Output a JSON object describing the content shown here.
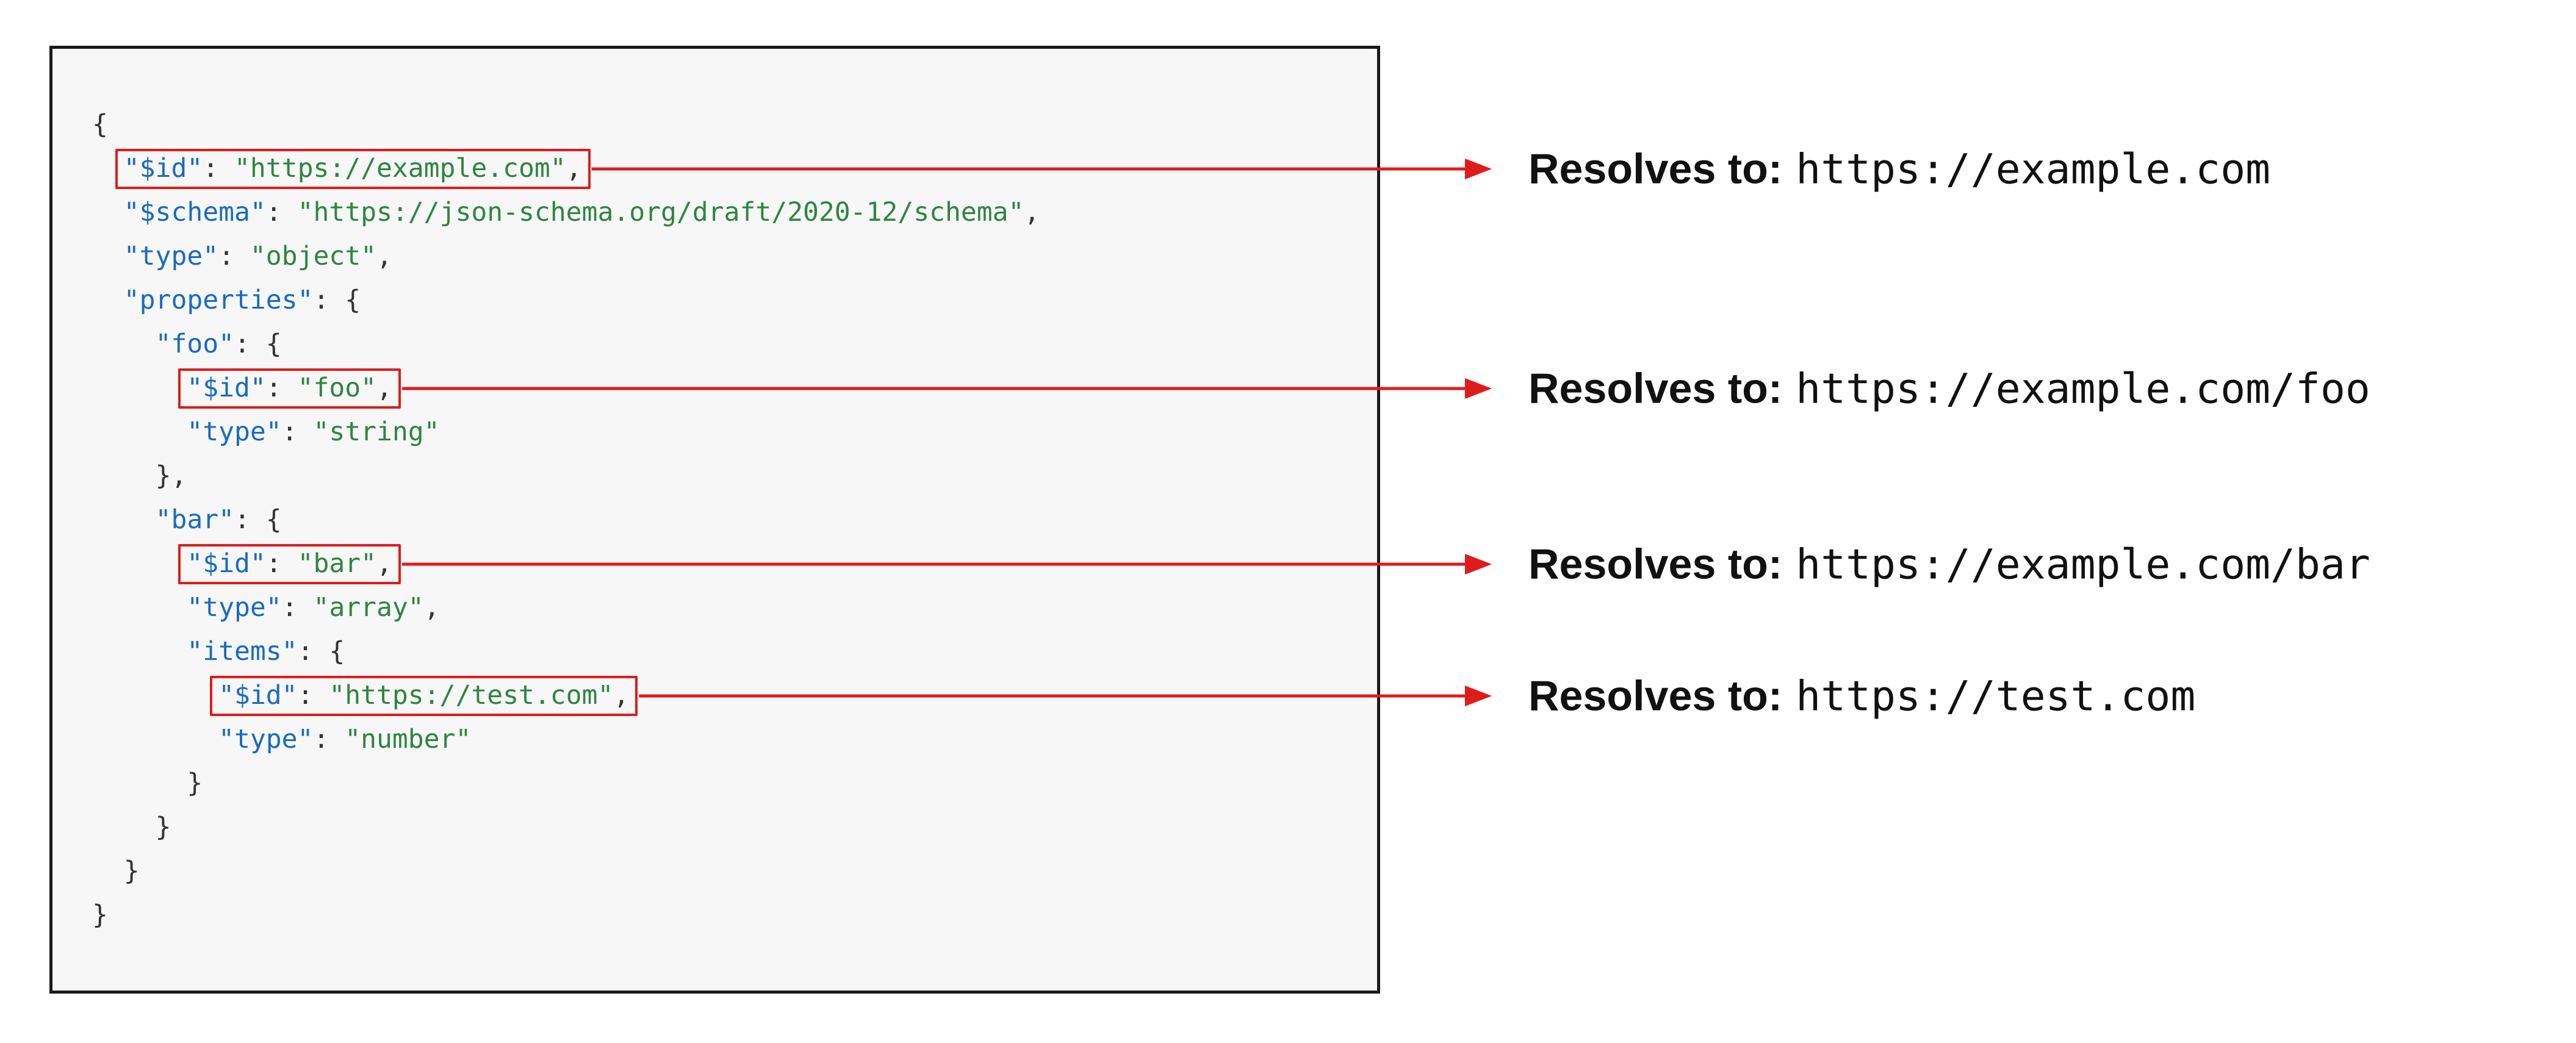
{
  "colors": {
    "panel_bg": "#f7f7f7",
    "panel_border": "#1a1a1a",
    "key": "#1a6bbf",
    "string": "#2e8540",
    "punct": "#333333",
    "accent_red": "#e01b1b"
  },
  "code": {
    "language": "json",
    "lines": [
      {
        "indent": 0,
        "tokens": [
          {
            "t": "{",
            "c": "p"
          }
        ]
      },
      {
        "indent": 1,
        "boxed": true,
        "tokens": [
          {
            "t": "\"$id\"",
            "c": "k"
          },
          {
            "t": ": ",
            "c": "p"
          },
          {
            "t": "\"https://example.com\"",
            "c": "s"
          },
          {
            "t": ",",
            "c": "p"
          }
        ]
      },
      {
        "indent": 1,
        "tokens": [
          {
            "t": "\"$schema\"",
            "c": "k"
          },
          {
            "t": ": ",
            "c": "p"
          },
          {
            "t": "\"https://json-schema.org/draft/2020-12/schema\"",
            "c": "s"
          },
          {
            "t": ",",
            "c": "p"
          }
        ]
      },
      {
        "indent": 1,
        "tokens": [
          {
            "t": "\"type\"",
            "c": "k"
          },
          {
            "t": ": ",
            "c": "p"
          },
          {
            "t": "\"object\"",
            "c": "s"
          },
          {
            "t": ",",
            "c": "p"
          }
        ]
      },
      {
        "indent": 1,
        "tokens": [
          {
            "t": "\"properties\"",
            "c": "k"
          },
          {
            "t": ": {",
            "c": "p"
          }
        ]
      },
      {
        "indent": 2,
        "tokens": [
          {
            "t": "\"foo\"",
            "c": "k"
          },
          {
            "t": ": {",
            "c": "p"
          }
        ]
      },
      {
        "indent": 3,
        "boxed": true,
        "tokens": [
          {
            "t": "\"$id\"",
            "c": "k"
          },
          {
            "t": ": ",
            "c": "p"
          },
          {
            "t": "\"foo\"",
            "c": "s"
          },
          {
            "t": ",",
            "c": "p"
          }
        ]
      },
      {
        "indent": 3,
        "tokens": [
          {
            "t": "\"type\"",
            "c": "k"
          },
          {
            "t": ": ",
            "c": "p"
          },
          {
            "t": "\"string\"",
            "c": "s"
          }
        ]
      },
      {
        "indent": 2,
        "tokens": [
          {
            "t": "},",
            "c": "p"
          }
        ]
      },
      {
        "indent": 2,
        "tokens": [
          {
            "t": "\"bar\"",
            "c": "k"
          },
          {
            "t": ": {",
            "c": "p"
          }
        ]
      },
      {
        "indent": 3,
        "boxed": true,
        "tokens": [
          {
            "t": "\"$id\"",
            "c": "k"
          },
          {
            "t": ": ",
            "c": "p"
          },
          {
            "t": "\"bar\"",
            "c": "s"
          },
          {
            "t": ",",
            "c": "p"
          }
        ]
      },
      {
        "indent": 3,
        "tokens": [
          {
            "t": "\"type\"",
            "c": "k"
          },
          {
            "t": ": ",
            "c": "p"
          },
          {
            "t": "\"array\"",
            "c": "s"
          },
          {
            "t": ",",
            "c": "p"
          }
        ]
      },
      {
        "indent": 3,
        "tokens": [
          {
            "t": "\"items\"",
            "c": "k"
          },
          {
            "t": ": {",
            "c": "p"
          }
        ]
      },
      {
        "indent": 4,
        "boxed": true,
        "tokens": [
          {
            "t": "\"$id\"",
            "c": "k"
          },
          {
            "t": ": ",
            "c": "p"
          },
          {
            "t": "\"https://test.com\"",
            "c": "s"
          },
          {
            "t": ",",
            "c": "p"
          }
        ]
      },
      {
        "indent": 4,
        "tokens": [
          {
            "t": "\"type\"",
            "c": "k"
          },
          {
            "t": ": ",
            "c": "p"
          },
          {
            "t": "\"number\"",
            "c": "s"
          }
        ]
      },
      {
        "indent": 3,
        "tokens": [
          {
            "t": "}",
            "c": "p"
          }
        ]
      },
      {
        "indent": 2,
        "tokens": [
          {
            "t": "}",
            "c": "p"
          }
        ]
      },
      {
        "indent": 1,
        "tokens": [
          {
            "t": "}",
            "c": "p"
          }
        ]
      },
      {
        "indent": 0,
        "tokens": [
          {
            "t": "}",
            "c": "p"
          }
        ]
      }
    ]
  },
  "annotations": [
    {
      "label": "Resolves to:",
      "url": "https://example.com"
    },
    {
      "label": "Resolves to:",
      "url": "https://example.com/foo"
    },
    {
      "label": "Resolves to:",
      "url": "https://example.com/bar"
    },
    {
      "label": "Resolves to:",
      "url": "https://test.com"
    }
  ]
}
